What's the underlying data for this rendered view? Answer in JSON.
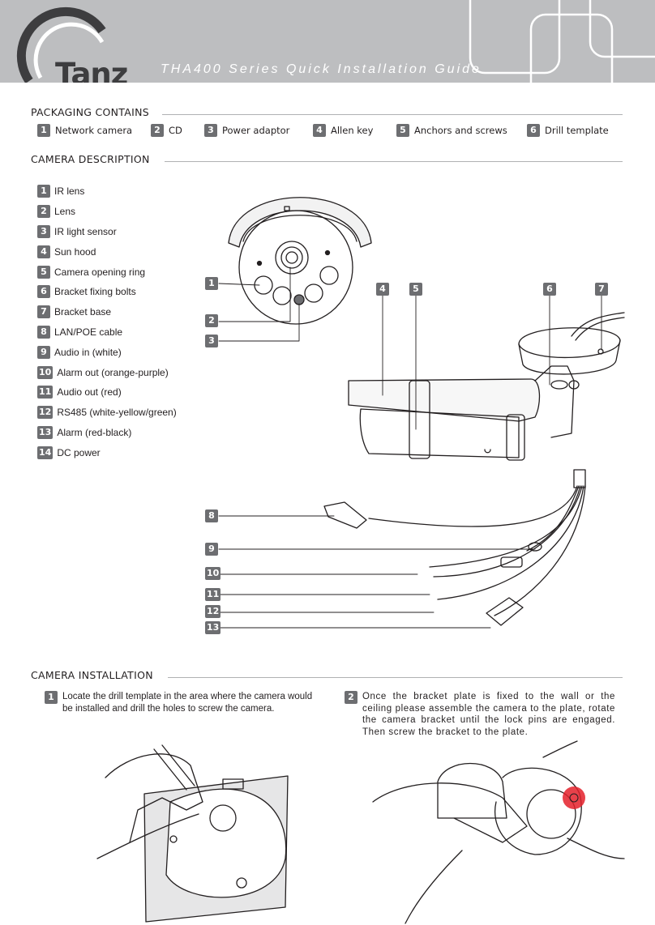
{
  "header": {
    "brand": "Tanz",
    "title": "THA400 Series Quick Installation Guide"
  },
  "packaging": {
    "heading": "PACKAGING CONTAINS",
    "items": [
      {
        "num": "1",
        "label": "Network camera"
      },
      {
        "num": "2",
        "label": "CD"
      },
      {
        "num": "3",
        "label": "Power adaptor"
      },
      {
        "num": "4",
        "label": "Allen key"
      },
      {
        "num": "5",
        "label": "Anchors and screws"
      },
      {
        "num": "6",
        "label": "Drill template"
      }
    ]
  },
  "description": {
    "heading": "CAMERA DESCRIPTION",
    "items": [
      {
        "num": "1",
        "label": "IR lens"
      },
      {
        "num": "2",
        "label": "Lens"
      },
      {
        "num": "3",
        "label": "IR light sensor"
      },
      {
        "num": "4",
        "label": "Sun hood"
      },
      {
        "num": "5",
        "label": "Camera opening ring"
      },
      {
        "num": "6",
        "label": "Bracket fixing bolts"
      },
      {
        "num": "7",
        "label": "Bracket base"
      },
      {
        "num": "8",
        "label": "LAN/POE cable"
      },
      {
        "num": "9",
        "label": "Audio in (white)"
      },
      {
        "num": "10",
        "label": "Alarm out (orange-purple)"
      },
      {
        "num": "11",
        "label": "Audio out (red)"
      },
      {
        "num": "12",
        "label": "RS485 (white-yellow/green)"
      },
      {
        "num": "13",
        "label": "Alarm (red-black)"
      },
      {
        "num": "14",
        "label": "DC power"
      }
    ],
    "callouts": [
      "1",
      "2",
      "3",
      "4",
      "5",
      "6",
      "7",
      "8",
      "9",
      "10",
      "11",
      "12",
      "13"
    ]
  },
  "installation": {
    "heading": "CAMERA INSTALLATION",
    "steps": [
      {
        "num": "1",
        "text": "Locate the drill template in the area where the camera would be installed and drill the holes to screw the camera."
      },
      {
        "num": "2",
        "text": "Once the bracket plate is fixed to the wall or the ceiling please assemble the camera to the plate, rotate the camera bracket until the lock pins are engaged. Then screw the bracket to the plate."
      }
    ]
  },
  "colors": {
    "header_bg": "#bdbec0",
    "badge": "#6d6e71",
    "highlight_red": "#e4202a"
  }
}
